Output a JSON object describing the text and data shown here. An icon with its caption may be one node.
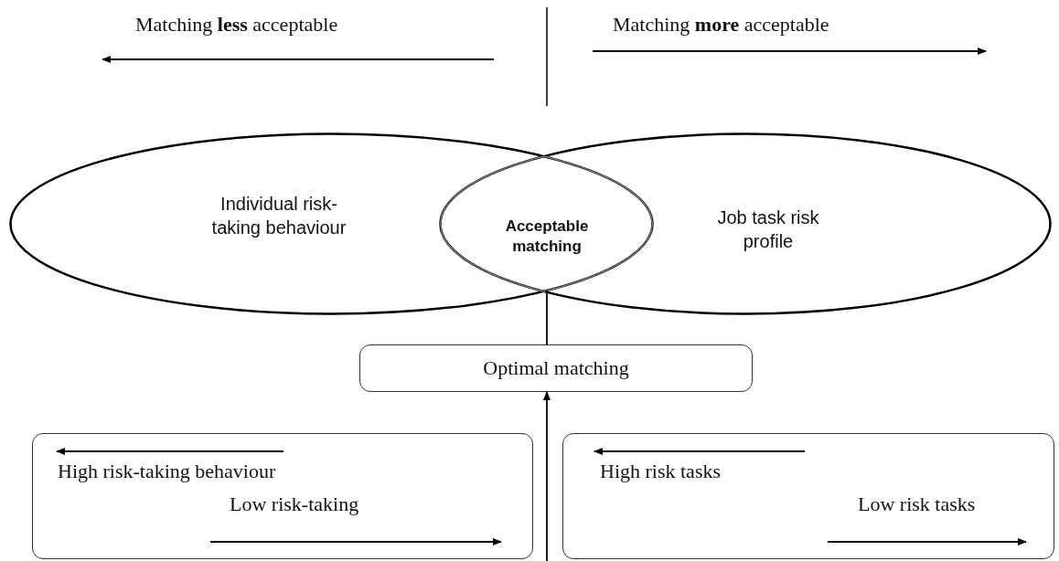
{
  "diagram": {
    "nodes": [
      {
        "text": [
          "Individual risk-taking behaviour"
        ]
      },
      {
        "text": [
          "Job task risk profile"
        ]
      },
      {
        "text": [
          "Acceptable matching"
        ]
      },
      {
        "text": [
          "Optimal matching"
        ]
      },
      {
        "text": [
          "High risk-taking behaviour",
          "Low risk-taking"
        ]
      },
      {
        "text": [
          "High risk tasks",
          "Low risk tasks"
        ]
      }
    ],
    "edges": [
      {
        "from": 2,
        "to": 3,
        "arrow": "none"
      },
      {
        "from": null,
        "to": 3,
        "arrow": "to"
      }
    ],
    "labels": [
      "Matching **less** acceptable",
      "Matching **more** acceptable"
    ]
  }
}
